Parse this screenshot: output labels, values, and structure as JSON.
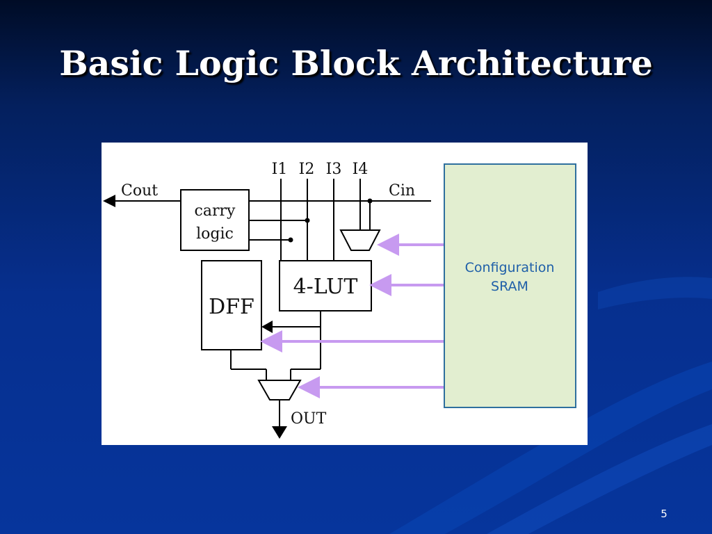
{
  "slide": {
    "title": "Basic Logic Block Architecture",
    "page_number": "5"
  },
  "diagram": {
    "inputs": [
      "I1",
      "I2",
      "I3",
      "I4"
    ],
    "cout_label": "Cout",
    "cin_label": "Cin",
    "carry_logic_line1": "carry",
    "carry_logic_line2": "logic",
    "lut_label": "4-LUT",
    "dff_label": "DFF",
    "out_label": "OUT",
    "sram_line1": "Configuration",
    "sram_line2": "SRAM"
  },
  "colors": {
    "background": "#06359c",
    "sram_fill": "#e2eed0",
    "sram_border": "#2e6f9e",
    "sram_text": "#1f5fa8",
    "config_arrow": "#c79af0"
  }
}
